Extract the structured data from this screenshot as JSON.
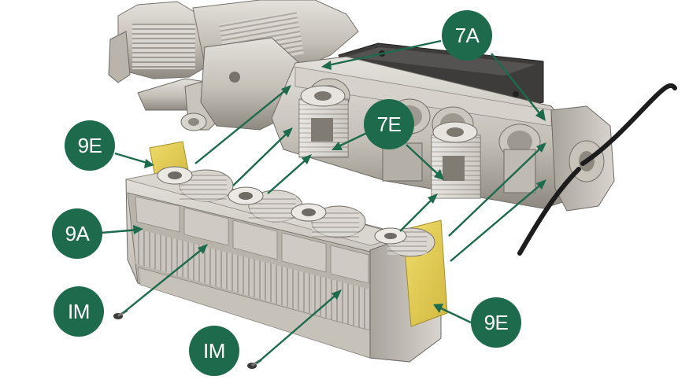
{
  "colors": {
    "callout_fill": "#1d6b4c",
    "callout_text": "#ffffff",
    "leader": "#1d6b4c",
    "part_metal_light": "#d4d0c9",
    "part_metal_mid": "#b3aea6",
    "part_metal_dark": "#6e6a64",
    "gasket_yellow": "#e8d25a",
    "cover_dark": "#3a3a3a"
  },
  "callouts": [
    {
      "id": "7a",
      "label": "7A"
    },
    {
      "id": "7e",
      "label": "7E"
    },
    {
      "id": "9e-top",
      "label": "9E"
    },
    {
      "id": "9a",
      "label": "9A"
    },
    {
      "id": "im-left",
      "label": "IM"
    },
    {
      "id": "im-bottom",
      "label": "IM"
    },
    {
      "id": "9e-bottom",
      "label": "9E"
    }
  ]
}
